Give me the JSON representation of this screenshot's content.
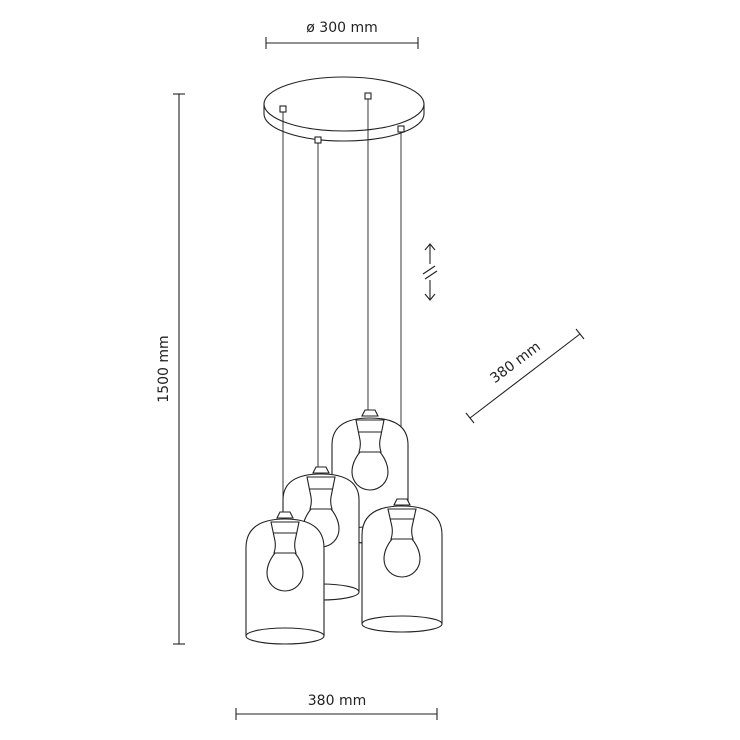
{
  "dimensions": {
    "canopy_diameter": "ø 300 mm",
    "total_height": "1500 mm",
    "depth": "380 mm",
    "width": "380 mm"
  },
  "colors": {
    "line": "#222222",
    "background": "#ffffff"
  },
  "icons": {
    "adjustable_cable": "adjustable-length-arrow-icon"
  }
}
